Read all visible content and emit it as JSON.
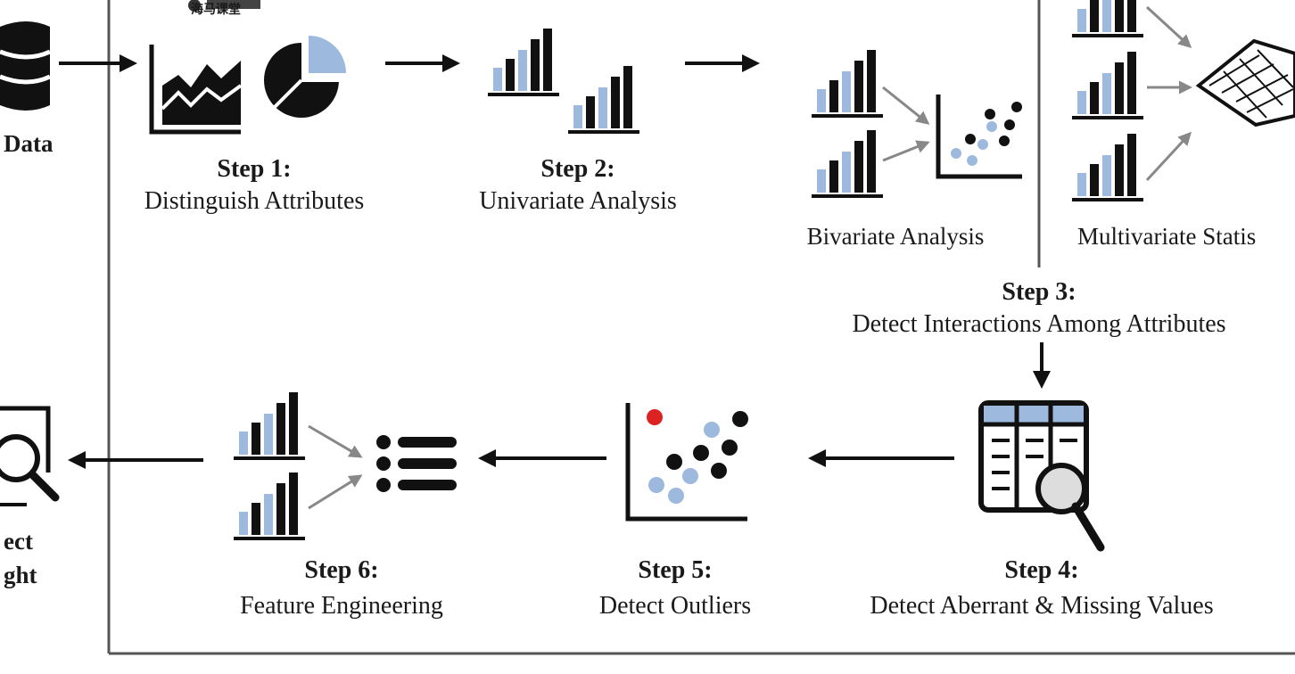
{
  "watermark": "海马课堂",
  "input": {
    "label": "Data"
  },
  "output": {
    "label_line1": "ect",
    "label_line2": "ght"
  },
  "steps": {
    "s1": {
      "title": "Step 1:",
      "desc": "Distinguish Attributes"
    },
    "s2": {
      "title": "Step 2:",
      "desc": "Univariate Analysis"
    },
    "s3": {
      "title": "Step 3:",
      "desc": "Detect Interactions Among Attributes",
      "sub_bivariate": "Bivariate Analysis",
      "sub_multivariate": "Multivariate Statis"
    },
    "s4": {
      "title": "Step 4:",
      "desc": "Detect Aberrant & Missing Values"
    },
    "s5": {
      "title": "Step 5:",
      "desc": "Detect Outliers"
    },
    "s6": {
      "title": "Step 6:",
      "desc": "Feature Engineering"
    }
  },
  "colors": {
    "ink": "#111111",
    "accent": "#9db9dd",
    "outlier": "#dd2222",
    "connector": "#888888",
    "frame": "#555555"
  },
  "icons": [
    "database-icon",
    "area-chart-icon",
    "pie-chart-icon",
    "bar-chart-icon",
    "scatter-plot-icon",
    "surface-plot-icon",
    "table-magnifier-icon",
    "list-icon",
    "inspect-icon"
  ]
}
